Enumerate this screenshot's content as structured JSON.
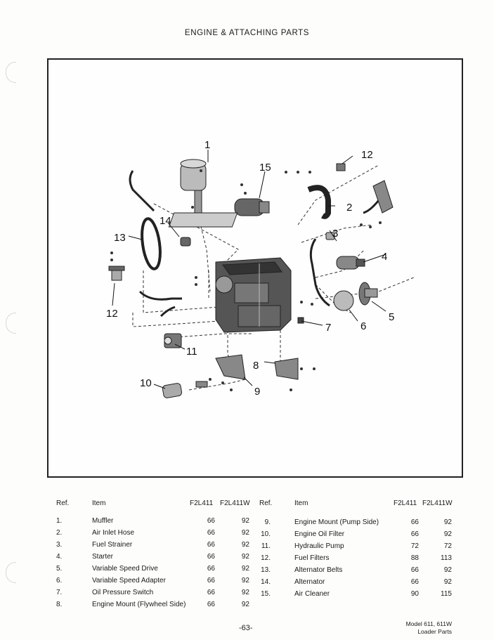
{
  "page": {
    "title": "ENGINE & ATTACHING PARTS",
    "page_number": "-63-",
    "model_line1": "Model 611, 611W",
    "model_line2": "Loader Parts"
  },
  "diagram": {
    "callouts": [
      "1",
      "2",
      "3",
      "4",
      "5",
      "6",
      "7",
      "8",
      "9",
      "10",
      "11",
      "12",
      "12",
      "13",
      "14",
      "15"
    ]
  },
  "table": {
    "left_headers": {
      "ref": "Ref.",
      "item": "Item",
      "c1": "F2L411",
      "c2": "F2L411W"
    },
    "right_headers": {
      "ref": "Ref.",
      "item": "Item",
      "c1": "F2L411",
      "c2": "F2L411W"
    },
    "left_rows": [
      {
        "ref": "1.",
        "item": "Muffler",
        "c1": "66",
        "c2": "92"
      },
      {
        "ref": "2.",
        "item": "Air Inlet Hose",
        "c1": "66",
        "c2": "92"
      },
      {
        "ref": "3.",
        "item": "Fuel Strainer",
        "c1": "66",
        "c2": "92"
      },
      {
        "ref": "4.",
        "item": "Starter",
        "c1": "66",
        "c2": "92"
      },
      {
        "ref": "5.",
        "item": "Variable Speed Drive",
        "c1": "66",
        "c2": "92"
      },
      {
        "ref": "6.",
        "item": "Variable Speed Adapter",
        "c1": "66",
        "c2": "92"
      },
      {
        "ref": "7.",
        "item": "Oil Pressure Switch",
        "c1": "66",
        "c2": "92"
      },
      {
        "ref": "8.",
        "item": "Engine Mount (Flywheel Side)",
        "c1": "66",
        "c2": "92"
      }
    ],
    "right_rows": [
      {
        "ref": "9.",
        "item": "Engine Mount (Pump Side)",
        "c1": "66",
        "c2": "92"
      },
      {
        "ref": "10.",
        "item": "Engine Oil Filter",
        "c1": "66",
        "c2": "92"
      },
      {
        "ref": "11.",
        "item": "Hydraulic Pump",
        "c1": "72",
        "c2": "72"
      },
      {
        "ref": "12.",
        "item": "Fuel Filters",
        "c1": "88",
        "c2": "113"
      },
      {
        "ref": "13.",
        "item": "Alternator Belts",
        "c1": "66",
        "c2": "92"
      },
      {
        "ref": "14.",
        "item": "Alternator",
        "c1": "66",
        "c2": "92"
      },
      {
        "ref": "15.",
        "item": "Air Cleaner",
        "c1": "90",
        "c2": "115"
      }
    ]
  }
}
